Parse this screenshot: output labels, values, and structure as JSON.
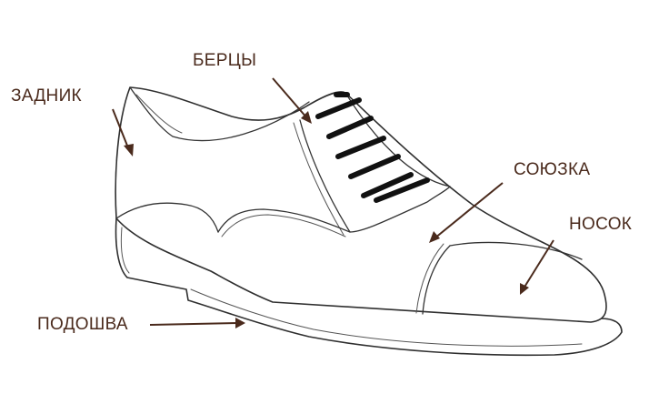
{
  "labels": {
    "heel_counter": "ЗАДНИК",
    "quarters": "БЕРЦЫ",
    "vamp": "СОЮЗКА",
    "toe_cap": "НОСОК",
    "sole": "ПОДОШВА"
  },
  "colors": {
    "label_text": "#4a2a1c",
    "arrow": "#4a2a1c",
    "outline": "#2f2f2f",
    "laces": "#111111",
    "background": "#ffffff"
  }
}
